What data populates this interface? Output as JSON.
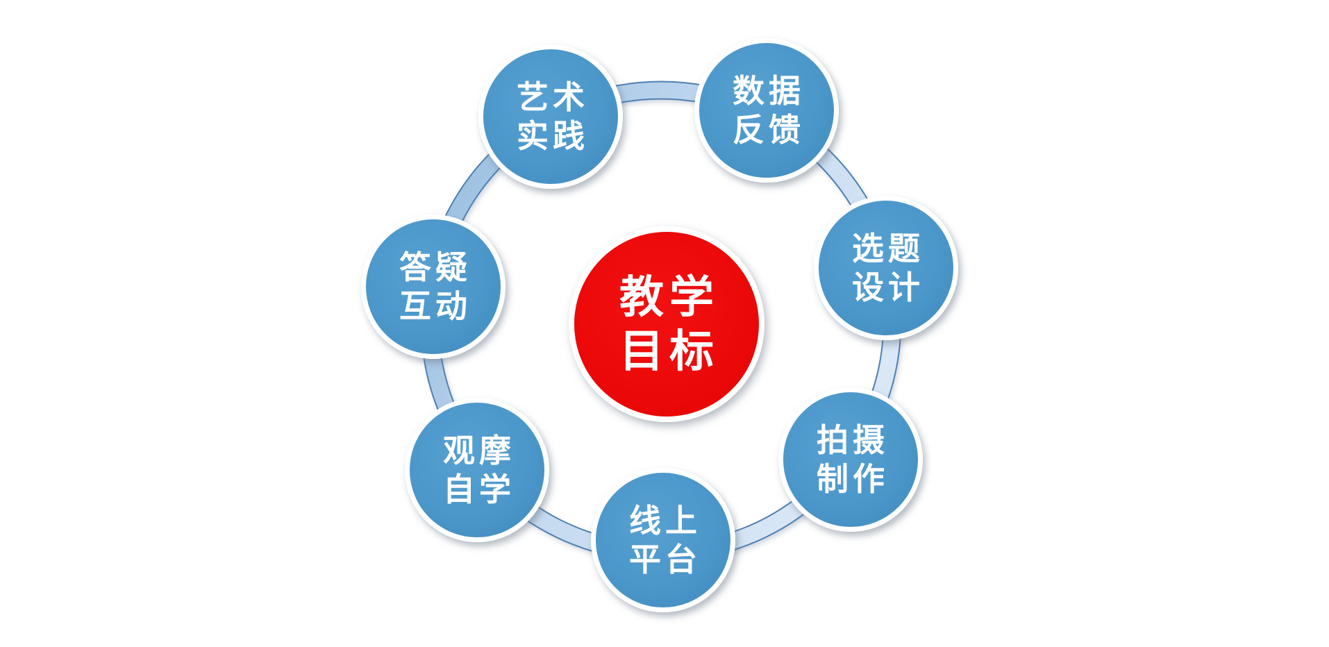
{
  "diagram": {
    "type": "cycle-diagram",
    "center": {
      "line1": "教学",
      "line2": "目标"
    },
    "nodes": [
      {
        "line1": "艺术",
        "line2": "实践"
      },
      {
        "line1": "数据",
        "line2": "反馈"
      },
      {
        "line1": "选题",
        "line2": "设计"
      },
      {
        "line1": "拍摄",
        "line2": "制作"
      },
      {
        "line1": "线上",
        "line2": "平台"
      },
      {
        "line1": "观摩",
        "line2": "自学"
      },
      {
        "line1": "答疑",
        "line2": "互动"
      }
    ],
    "colors": {
      "center_fill": "#ea0707",
      "node_fill": "#4b97ca",
      "ring_fill_light": "#dcE9f7",
      "ring_fill_dark": "#9cc0e1",
      "ring_border": "#4e7fb2",
      "circle_border": "#ffffff",
      "text": "#ffffff",
      "background": "#ffffff"
    }
  }
}
